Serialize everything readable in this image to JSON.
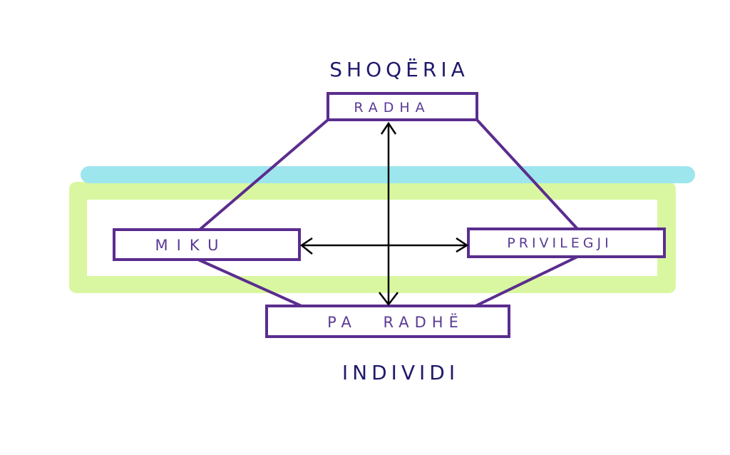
{
  "diagram": {
    "top_label": "SHOQËRIA",
    "bottom_label": "INDIVIDI",
    "nodes": {
      "top": "RADHA",
      "left": "MIKU",
      "right": "PRIVILEGJI",
      "bottom": "PA RADHË"
    },
    "colors": {
      "box_stroke": "#5b2d8e",
      "highlight_band": "#9ee6ee",
      "frame": "#d9f7a0",
      "title_text": "#1f1a6b"
    }
  }
}
